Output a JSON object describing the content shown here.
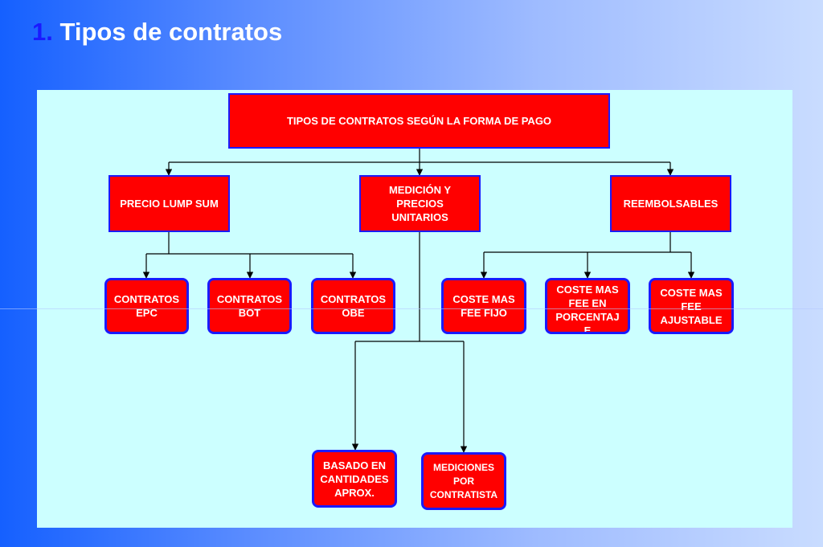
{
  "slide": {
    "title_number": "1.",
    "title_text": "Tipos de contratos"
  },
  "diagram": {
    "root": "TIPOS DE CONTRATOS SEGÚN LA FORMA  DE PAGO",
    "lump_sum": "PRECIO LUMP SUM",
    "medicion": "MEDICIÓN Y\nPRECIOS\nUNITARIOS",
    "reembolsables": "REEMBOLSABLES",
    "epc": "CONTRATOS\nEPC",
    "bot": "CONTRATOS\nBOT",
    "obe": "CONTRATOS\nOBE",
    "coste_fijo": "COSTE MAS\nFEE FIJO",
    "coste_porcentaje": "COSTE MAS\nFEE EN\nPORCENTAJ\nE",
    "coste_ajustable": "COSTE MAS\nFEE\nAJUSTABLE",
    "basado": "BASADO EN\nCANTIDADES\nAPROX.",
    "mediciones": "MEDICIONES\nPOR\nCONTRATISTA"
  },
  "colors": {
    "node_fill": "#ff0000",
    "node_border": "#1a1aff",
    "panel": "#ccffff",
    "title_number": "#1a1aff"
  }
}
